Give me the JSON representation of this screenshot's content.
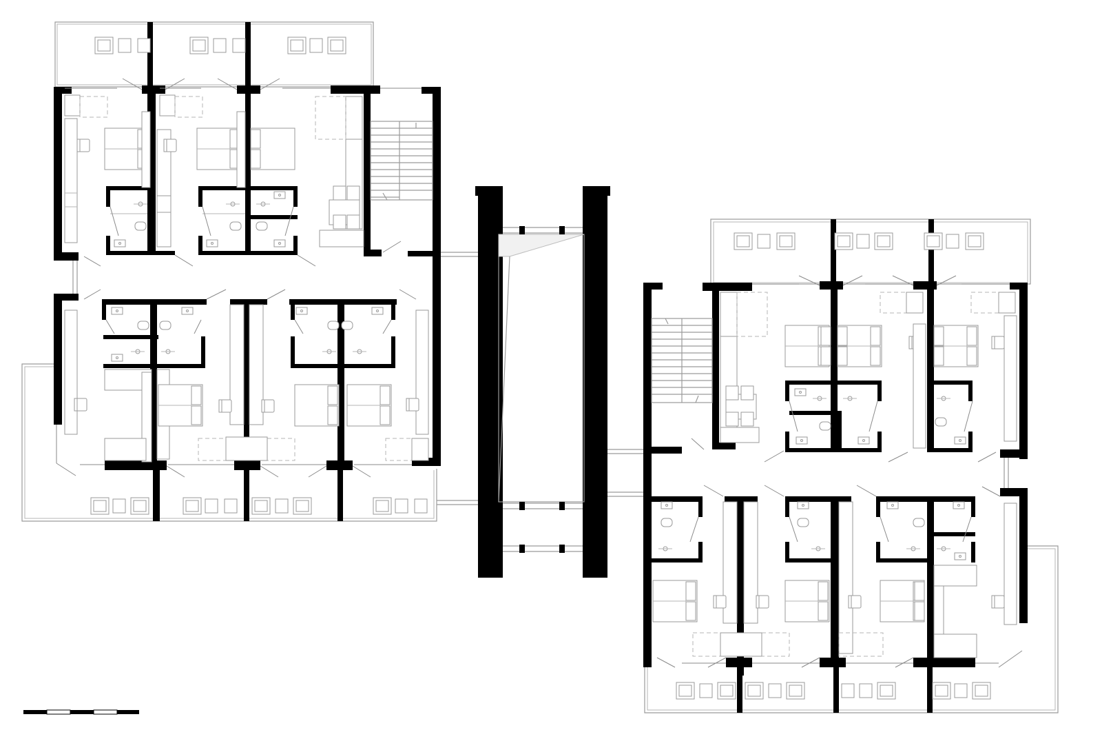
{
  "drawing": {
    "kind": "architectural floor plan",
    "buildings": [
      "left-wing",
      "center-bridge",
      "right-wing"
    ],
    "scale_bar_segments": 5
  },
  "colors": {
    "wall": "#000000",
    "line": "#9a9a9a",
    "background": "#ffffff"
  }
}
